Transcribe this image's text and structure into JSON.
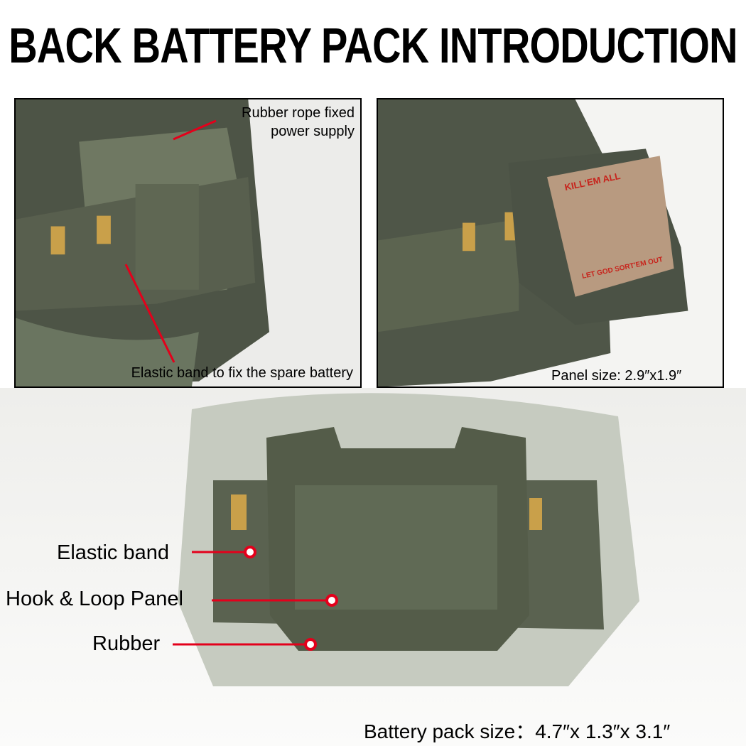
{
  "title": "BACK BATTERY PACK INTRODUCTION",
  "panel_left": {
    "label_top_line1": "Rubber rope fixed",
    "label_top_line2": "power supply",
    "label_bottom": "Elastic band to fix the spare battery"
  },
  "panel_right": {
    "size_label": "Panel size: 2.9″x1.9″",
    "patch_text_top": "KILL'EM ALL",
    "patch_text_bottom": "LET GOD SORT'EM OUT"
  },
  "bottom": {
    "labels": [
      "Elastic band",
      "Hook & Loop Panel",
      "Rubber"
    ],
    "size_label": "Battery pack size：4.7″x 1.3″x 3.1″"
  },
  "colors": {
    "accent": "#e3001b",
    "olive": "#5c6450"
  }
}
